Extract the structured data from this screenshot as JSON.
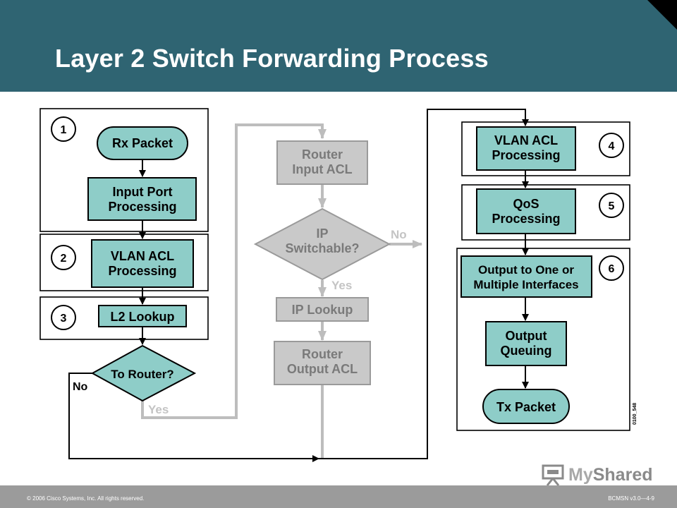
{
  "header": {
    "title": "Layer 2 Switch Forwarding Process"
  },
  "footer": {
    "copyright": "© 2006 Cisco Systems, Inc. All rights reserved.",
    "course": "BCMSN v3.0—4-9"
  },
  "watermark": {
    "brand_prefix": "My",
    "brand_suffix": "Shared",
    "icon": "presentation-board-icon"
  },
  "colors": {
    "header": "#2f6472",
    "node_teal": "#8ecdc8",
    "node_gray": "#c9c9c9",
    "arrow_dark": "#000000",
    "arrow_light": "#bdbdbd",
    "footer": "#9b9b9b"
  },
  "diagram": {
    "figure_id": "0100_548",
    "stages": [
      {
        "number": "1",
        "nodes": [
          "Rx Packet",
          "Input Port Processing"
        ]
      },
      {
        "number": "2",
        "nodes": [
          "VLAN ACL Processing"
        ]
      },
      {
        "number": "3",
        "nodes": [
          "L2 Lookup"
        ]
      },
      {
        "number": "4",
        "nodes": [
          "VLAN ACL Processing"
        ]
      },
      {
        "number": "5",
        "nodes": [
          "QoS Processing"
        ]
      },
      {
        "number": "6",
        "nodes": [
          "Output to One or Multiple Interfaces",
          "Output Queuing",
          "Tx Packet"
        ]
      }
    ],
    "nodes": {
      "rx_packet": "Rx Packet",
      "input_port_1": "Input Port",
      "input_port_2": "Processing",
      "vlan_acl_in_1": "VLAN ACL",
      "vlan_acl_in_2": "Processing",
      "l2_lookup": "L2 Lookup",
      "to_router": "To Router?",
      "router_input_acl_1": "Router",
      "router_input_acl_2": "Input ACL",
      "ip_switchable_1": "IP",
      "ip_switchable_2": "Switchable?",
      "ip_lookup": "IP Lookup",
      "router_output_acl_1": "Router",
      "router_output_acl_2": "Output ACL",
      "vlan_acl_out_1": "VLAN ACL",
      "vlan_acl_out_2": "Processing",
      "qos_1": "QoS",
      "qos_2": "Processing",
      "output_interfaces_1": "Output to One or",
      "output_interfaces_2": "Multiple Interfaces",
      "output_queuing_1": "Output",
      "output_queuing_2": "Queuing",
      "tx_packet": "Tx Packet"
    },
    "edge_labels": {
      "to_router_no": "No",
      "to_router_yes": "Yes",
      "ip_switchable_no": "No",
      "ip_switchable_yes": "Yes"
    }
  }
}
